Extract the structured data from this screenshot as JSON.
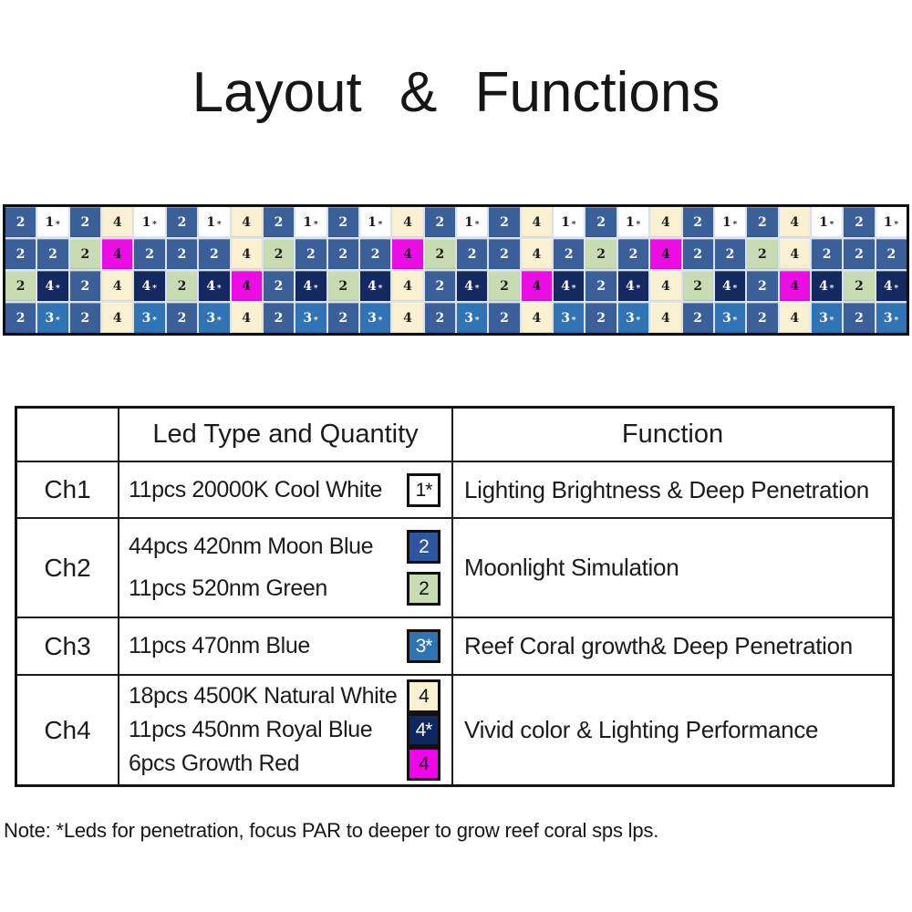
{
  "title": "Layout  &  Functions",
  "note": "Note: *Leds for penetration, focus PAR to deeper to grow reef coral sps lps.",
  "colors": {
    "grid_line": "#d9e2ef",
    "table_border": "#131313",
    "moon_blue": "#3b5f99",
    "green": "#c7dcb2",
    "cool_white": "#ffffff",
    "natural_white": "#faf0d2",
    "royal_blue": "#13295f",
    "growth_red": "#ec0ce4",
    "blue_470": "#3174b6"
  },
  "led_grid": {
    "columns": 28,
    "rows": 4,
    "cell_types": {
      "1s": {
        "label": "1",
        "star": true,
        "bg": "#ffffff",
        "fg": "#1b1b1b"
      },
      "2b": {
        "label": "2",
        "star": false,
        "bg": "#3b5f99",
        "fg": "#ffffff"
      },
      "2g": {
        "label": "2",
        "star": false,
        "bg": "#c7dcb2",
        "fg": "#1b1b1b"
      },
      "3s": {
        "label": "3",
        "star": true,
        "bg": "#3174b6",
        "fg": "#ffffff"
      },
      "4c": {
        "label": "4",
        "star": false,
        "bg": "#faf0d2",
        "fg": "#1b1b1b"
      },
      "4n": {
        "label": "4",
        "star": true,
        "bg": "#13295f",
        "fg": "#ffffff"
      },
      "4m": {
        "label": "4",
        "star": false,
        "bg": "#ec0ce4",
        "fg": "#1b1b1b"
      }
    },
    "layout": [
      [
        "2b",
        "1s",
        "2b",
        "4c",
        "1s",
        "2b",
        "1s",
        "4c",
        "2b",
        "1s",
        "2b",
        "1s",
        "4c",
        "2b",
        "1s",
        "2b",
        "4c",
        "1s",
        "2b",
        "1s",
        "4c",
        "2b",
        "1s",
        "2b",
        "4c",
        "1s",
        "2b",
        "1s"
      ],
      [
        "2b",
        "2b",
        "2g",
        "4m",
        "2b",
        "2b",
        "2b",
        "4c",
        "2g",
        "2b",
        "2b",
        "2b",
        "4m",
        "2g",
        "2b",
        "2b",
        "4c",
        "2b",
        "2g",
        "2b",
        "4m",
        "2b",
        "2b",
        "2g",
        "4c",
        "2b",
        "2b",
        "2b"
      ],
      [
        "2g",
        "4n",
        "2b",
        "4c",
        "4n",
        "2g",
        "4n",
        "4m",
        "2b",
        "4n",
        "2g",
        "4n",
        "4c",
        "2b",
        "4n",
        "2g",
        "4m",
        "4n",
        "2b",
        "4n",
        "4c",
        "2g",
        "4n",
        "2b",
        "4m",
        "4n",
        "2g",
        "4n"
      ],
      [
        "2b",
        "3s",
        "2b",
        "4c",
        "3s",
        "2b",
        "3s",
        "4c",
        "2b",
        "3s",
        "2b",
        "3s",
        "4c",
        "2b",
        "3s",
        "2b",
        "4c",
        "3s",
        "2b",
        "3s",
        "4c",
        "2b",
        "3s",
        "2b",
        "4c",
        "3s",
        "2b",
        "3s"
      ]
    ]
  },
  "table": {
    "header": {
      "channel": "",
      "led": "Led Type and Quantity",
      "function": "Function"
    },
    "rows": [
      {
        "channel": "Ch1",
        "function": "Lighting Brightness & Deep Penetration",
        "leds": [
          {
            "text": "11pcs 20000K Cool White",
            "box_label": "1*",
            "box_bg": "#ffffff",
            "box_fg": "#111111"
          }
        ]
      },
      {
        "channel": "Ch2",
        "function": "Moonlight Simulation",
        "leds": [
          {
            "text": "44pcs 420nm Moon Blue",
            "box_label": "2",
            "box_bg": "#2d55a2",
            "box_fg": "#ffffff"
          },
          {
            "text": "11pcs 520nm Green",
            "box_label": "2",
            "box_bg": "#c7dcb2",
            "box_fg": "#111111"
          }
        ]
      },
      {
        "channel": "Ch3",
        "function": "Reef Coral growth& Deep Penetration",
        "leds": [
          {
            "text": "11pcs 470nm Blue",
            "box_label": "3*",
            "box_bg": "#2e74b5",
            "box_fg": "#ffffff"
          }
        ]
      },
      {
        "channel": "Ch4",
        "function": "Vivid color & Lighting Performance",
        "leds": [
          {
            "text": "18pcs 4500K Natural White",
            "box_label": "4",
            "box_bg": "#faf0d2",
            "box_fg": "#111111"
          },
          {
            "text": "11pcs 450nm Royal Blue",
            "box_label": "4*",
            "box_bg": "#0f2760",
            "box_fg": "#ffffff"
          },
          {
            "text": "6pcs Growth Red",
            "box_label": "4",
            "box_bg": "#f104ec",
            "box_fg": "#111111"
          }
        ]
      }
    ]
  }
}
